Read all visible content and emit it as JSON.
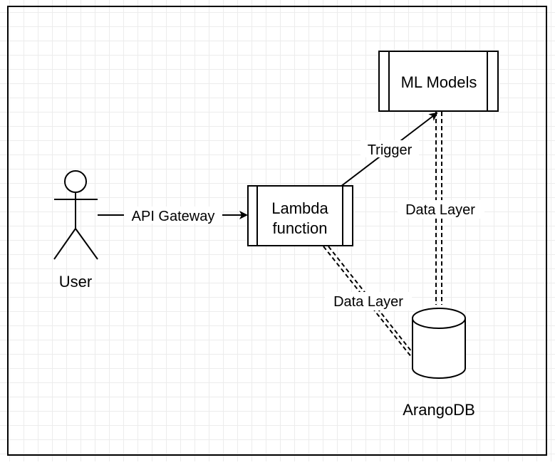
{
  "diagram": {
    "nodes": {
      "user": {
        "label": "User"
      },
      "lambda": {
        "label_line1": "Lambda",
        "label_line2": "function"
      },
      "ml_models": {
        "label": "ML Models"
      },
      "arangodb": {
        "label": "ArangoDB"
      }
    },
    "edges": {
      "api_gateway": {
        "label": "API Gateway"
      },
      "trigger": {
        "label": "Trigger"
      },
      "data_layer_ml": {
        "label": "Data Layer"
      },
      "data_layer_lambda": {
        "label": "Data Layer"
      }
    }
  }
}
